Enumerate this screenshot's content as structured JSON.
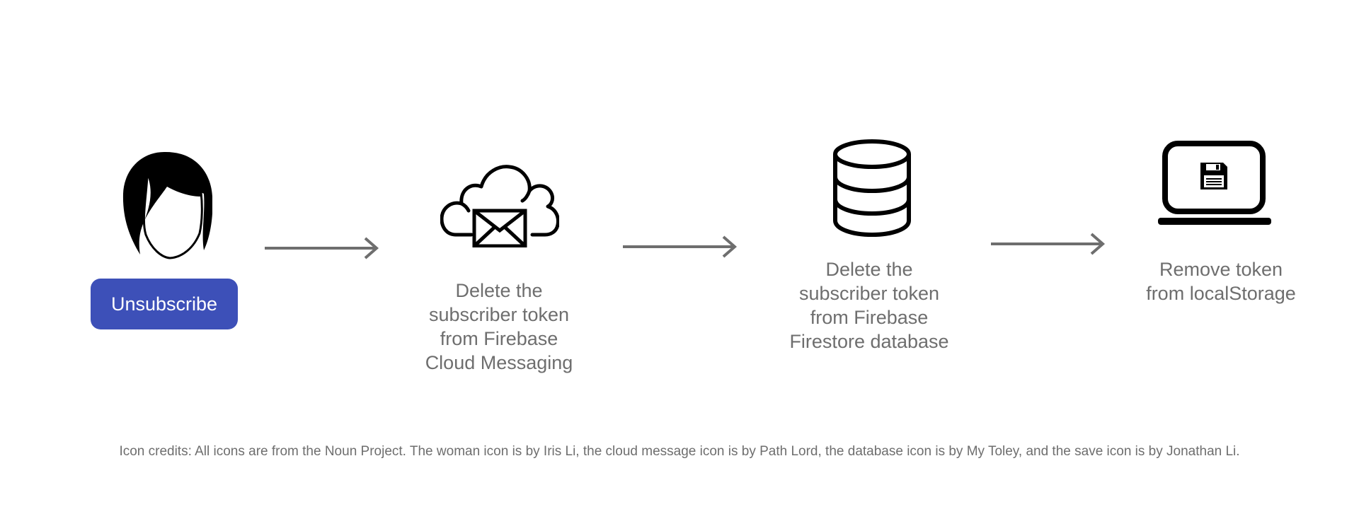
{
  "steps": {
    "button_label": "Unsubscribe",
    "fcm_label": "Delete the\nsubscriber token\nfrom Firebase\nCloud Messaging",
    "firestore_label": "Delete the\nsubscriber token\nfrom Firebase\nFirestore database",
    "local_label": "Remove token\nfrom localStorage"
  },
  "icons": {
    "woman": "woman-icon",
    "cloud": "cloud-message-icon",
    "database": "database-icon",
    "laptop": "laptop-save-icon"
  },
  "colors": {
    "button": "#3d50b8",
    "text": "#6e6e6e",
    "arrow": "#6e6e6e",
    "icon": "#000000"
  },
  "credits": "Icon credits: All icons are from the Noun Project. The woman icon is by Iris Li, the cloud message icon is by Path Lord, the database icon is by My Toley, and the save icon is by Jonathan Li."
}
